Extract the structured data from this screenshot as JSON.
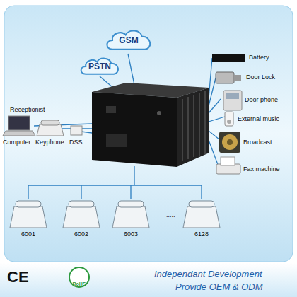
{
  "diagram": {
    "nodes": [
      {
        "text": [
          "GSM"
        ]
      },
      {
        "text": [
          "PSTN"
        ]
      }
    ],
    "labels": [
      "Battery",
      "Door Lock",
      "Door phone",
      "External music",
      "Broadcast",
      "Fax machine",
      "Receptionist",
      "Computer",
      "Keyphone",
      "DSS",
      "6001",
      "6002",
      "6003",
      ".....",
      "6128",
      "CE",
      "RoHS",
      "Independant Development",
      "Provide OEM & ODM"
    ]
  }
}
